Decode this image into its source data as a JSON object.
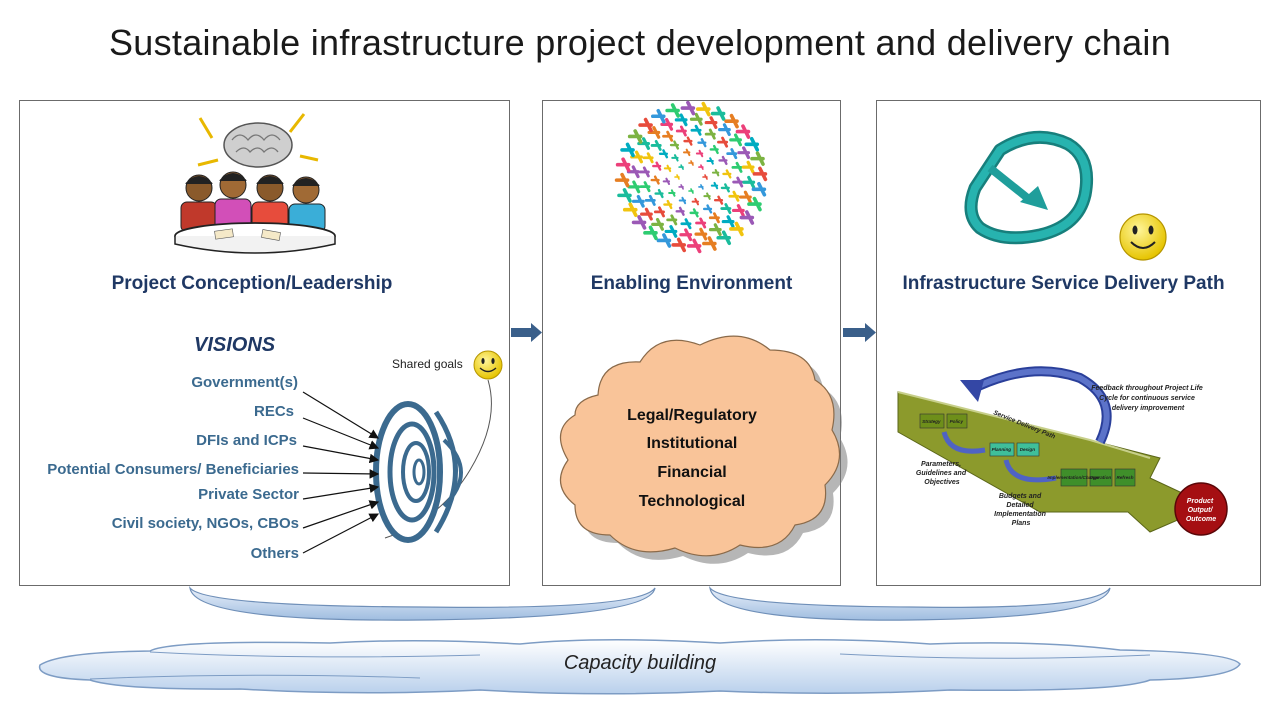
{
  "title": "Sustainable infrastructure project development and delivery chain",
  "panels": {
    "conception": {
      "heading": "Project Conception/Leadership",
      "visions_label": "VISIONS",
      "stakeholders": [
        "Government(s)",
        "RECs",
        "DFIs and ICPs",
        "Potential Consumers/ Beneficiaries",
        "Private Sector",
        "Civil society, NGOs, CBOs",
        "Others"
      ],
      "shared_goals": "Shared goals"
    },
    "enabling": {
      "heading": "Enabling Environment",
      "factors": [
        "Legal/Regulatory",
        "Institutional",
        "Financial",
        "Technological"
      ]
    },
    "delivery": {
      "heading": "Infrastructure Service Delivery Path",
      "feedback_note": "Feedback throughout Project Life Cycle for continuous service delivery improvement",
      "path_label": "Service Delivery Path",
      "stages": [
        "Strategy",
        "Policy",
        "Planning",
        "Design",
        "Implementation/Change",
        "Operation",
        "Refresh"
      ],
      "parameters_note": "Parameters, Guidelines and Objectives",
      "budgets_note": "Budgets and Detailed Implementation Plans",
      "outcome_label": "Product Output/ Outcome"
    }
  },
  "capacity_building": "Capacity building",
  "colors": {
    "heading": "#1f3864",
    "stakeholder": "#3b6a8f",
    "arrow": "#3a5f8a",
    "cloud": "#f9c499",
    "path_arrow": "#8c9a2c",
    "outcome": "#a50f12",
    "teal": "#1f9e9b"
  },
  "icons": [
    "brainstorm-people-icon",
    "smiley-icon",
    "diversity-spiral-icon",
    "cycle-arrow-icon",
    "funnel-spiral-icon"
  ]
}
